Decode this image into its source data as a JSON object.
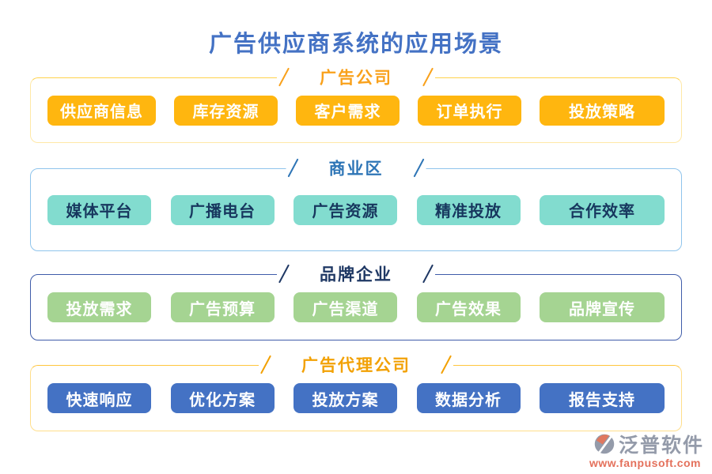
{
  "title": "广告供应商系统的应用场景",
  "sections": [
    {
      "label": "广告公司",
      "items": [
        "供应商信息",
        "库存资源",
        "客户需求",
        "订单执行",
        "投放策略"
      ]
    },
    {
      "label": "商业区",
      "items": [
        "媒体平台",
        "广播电台",
        "广告资源",
        "精准投放",
        "合作效率"
      ]
    },
    {
      "label": "品牌企业",
      "items": [
        "投放需求",
        "广告预算",
        "广告渠道",
        "广告效果",
        "品牌宣传"
      ]
    },
    {
      "label": "广告代理公司",
      "items": [
        "快速响应",
        "优化方案",
        "投放方案",
        "数据分析",
        "报告支持"
      ]
    }
  ],
  "footer": {
    "brand": "泛普软件",
    "url": "www.fanpusoft.com"
  },
  "colors": {
    "title": "#4472C4",
    "ad_company_accent": "#F9A11B",
    "ad_company_chip": "#FFB60F",
    "business_accent": "#2E75B6",
    "business_chip": "#82DCCF",
    "business_chip_text": "#17375E",
    "brand_enterprise_accent": "#1F3864",
    "brand_enterprise_chip": "#A5D492",
    "agency_accent": "#F2A104",
    "agency_chip": "#4472C4",
    "brand_name_color": "#949BAA",
    "brand_url_color": "#E4715C"
  }
}
